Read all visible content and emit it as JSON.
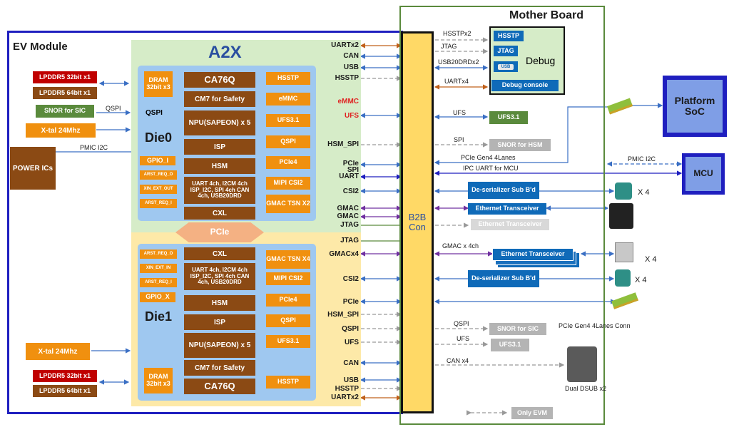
{
  "mother_board": {
    "title": "Mother Board"
  },
  "ev_module": {
    "title": "EV Module"
  },
  "a2x": {
    "title": "A2X",
    "die0": "Die0",
    "die1": "Die1",
    "pcie_bridge": "PCIe"
  },
  "left_components": {
    "lpddr5_32_top": "LPDDR5 32bit x1",
    "lpddr5_64_top": "LPDDR5 64bit x1",
    "snor_sic": "SNOR for SIC",
    "qspi_label": "QSPI",
    "xtal_top": "X-tal 24Mhz",
    "power_ics": "POWER ICs",
    "pmic_i2c": "PMIC I2C",
    "xtal_bottom": "X-tal 24Mhz",
    "lpddr5_32_bottom": "LPDDR5 32bit x1",
    "lpddr5_64_bottom": "LPDDR5 64bit x1"
  },
  "die0": {
    "dram": "DRAM 32bit x3",
    "qspi": "QSPI",
    "gpio": "GPIO_I",
    "arst_req_o": "ARST_REQ_O",
    "xin_ext_out": "XIN_EXT_OUT",
    "arst_req_i": "ARST_REQ_I",
    "ca76q": "CA76Q",
    "cm7": "CM7 for Safety",
    "npu": "NPU(SAPEON) x 5",
    "isp": "ISP",
    "hsm": "HSM",
    "uart_block": "UART 4ch, I2CM 4ch ISP_I2C, SPI 4ch CAN 4ch, USB20DRD",
    "cxl": "CXL",
    "hsstp": "HSSTP",
    "emmc": "eMMC",
    "ufs": "UFS3.1",
    "qspi_r": "QSPI",
    "pcie4": "PCIe4",
    "mipi": "MIPI CSI2",
    "gmac": "GMAC TSN X2"
  },
  "die1": {
    "arst_req_o": "ARST_REQ_O",
    "xin_ext_in": "XIN_EXT_IN",
    "arst_req_i": "ARST_REQ_I",
    "gpio": "GPIO_X",
    "dram": "DRAM 32bit x3",
    "cxl": "CXL",
    "uart_block": "UART 4ch, I2CM 4ch ISP_I2C, SPI 4ch CAN 4ch, USB20DRD",
    "hsm": "HSM",
    "isp": "ISP",
    "npu": "NPU(SAPEON) x 5",
    "cm7": "CM7 for Safety",
    "ca76q": "CA76Q",
    "gmac": "GMAC TSN X4",
    "mipi": "MIPI CSI2",
    "pcie4": "PCIe4",
    "qspi_r": "QSPI",
    "ufs": "UFS3.1",
    "hsstp": "HSSTP"
  },
  "signals_top": [
    "UARTx2",
    "CAN",
    "USB",
    "HSSTP",
    "eMMC",
    "UFS",
    "HSM_SPI",
    "PCIe",
    "SPI",
    "UART",
    "CSI2",
    "GMAC",
    "GMAC",
    "JTAG"
  ],
  "signals_mid": [
    "JTAG",
    "GMACx4"
  ],
  "signals_bottom": [
    "CSI2",
    "PCIe",
    "HSM_SPI",
    "QSPI",
    "UFS",
    "CAN",
    "USB",
    "HSSTP",
    "UARTx2"
  ],
  "b2b": "B2B Con",
  "debug": {
    "title": "Debug",
    "hsstp": "HSSTP",
    "jtag": "JTAG",
    "usb": "USB",
    "console": "Debug console",
    "lbl_hsstp": "HSSTPx2",
    "lbl_jtag": "JTAG",
    "lbl_usb": "USB20DRDx2",
    "lbl_uart": "UARTx4"
  },
  "mb_right": {
    "ufs_lbl": "UFS",
    "ufs31": "UFS3.1",
    "spi_lbl": "SPI",
    "snor_hsm": "SNOR for HSM",
    "pcie_lbl": "PCIe Gen4 4Lanes",
    "ipc_uart": "IPC UART for MCU",
    "pmic_i2c": "PMIC I2C",
    "deser1": "De-serializer Sub B'd",
    "eth1": "Ethernet Transceiver",
    "eth2": "Ethernet Transceiver",
    "gmac4": "GMAC x 4ch",
    "eth3": "Ethernet Transceiver",
    "deser2": "De-serializer Sub B'd",
    "x4_a": "X 4",
    "x4_b": "X 4",
    "x4_c": "X 4",
    "pcie_conn": "PCIe Gen4 4Lanes Conn",
    "qspi_lbl": "QSPI",
    "snor_sic": "SNOR for SIC",
    "ufs_lbl2": "UFS",
    "ufs31_b": "UFS3.1",
    "can_lbl": "CAN x4",
    "dsub": "Dual DSUB x2",
    "only_evm": "Only EVM",
    "platform_soc": "Platform SoC",
    "mcu": "MCU"
  },
  "colors": {
    "ev_border": "#1f1fbf",
    "mb_border": "#5a8a3c",
    "a2x_bg": "#d6ecc8",
    "die_bg": "#9fc8f0",
    "die1_bg": "#fde9a8",
    "b2b_bg": "#ffd966",
    "brown": "#8b4a14",
    "orange": "#f0900f",
    "platform": "#7f9ee6"
  }
}
